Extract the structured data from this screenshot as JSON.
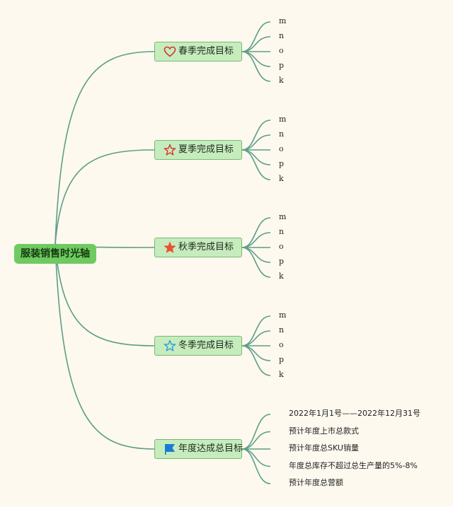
{
  "colors": {
    "background": "#fdf9ef",
    "connector": "#5e9e86",
    "root_fill": "#6fca60",
    "branch_fill": "#c6ecbe",
    "branch_border": "#79b970"
  },
  "root": {
    "label": "服装销售时光轴"
  },
  "branches": [
    {
      "label": "春季完成目标",
      "icon": "heart-outline-icon",
      "icon_color": "#d9342b",
      "items": [
        "m",
        "n",
        "o",
        "p",
        "k"
      ]
    },
    {
      "label": "夏季完成目标",
      "icon": "star-outline-icon",
      "icon_color": "#d9342b",
      "items": [
        "m",
        "n",
        "o",
        "p",
        "k"
      ]
    },
    {
      "label": "秋季完成目标",
      "icon": "star-filled-icon",
      "icon_color": "#e8532f",
      "items": [
        "m",
        "n",
        "o",
        "p",
        "k"
      ]
    },
    {
      "label": "冬季完成目标",
      "icon": "star-outline-icon",
      "icon_color": "#2e9fd8",
      "items": [
        "m",
        "n",
        "o",
        "p",
        "k"
      ]
    },
    {
      "label": "年度达成总目标",
      "icon": "flag-icon",
      "icon_color": "#1a7bd4",
      "items": [
        "2022年1月1号——2022年12月31号",
        "预计年度上市总款式",
        "预计年度总SKU销量",
        "年度总库存不超过总生产量的5%-8%",
        "预计年度总营额"
      ]
    }
  ]
}
